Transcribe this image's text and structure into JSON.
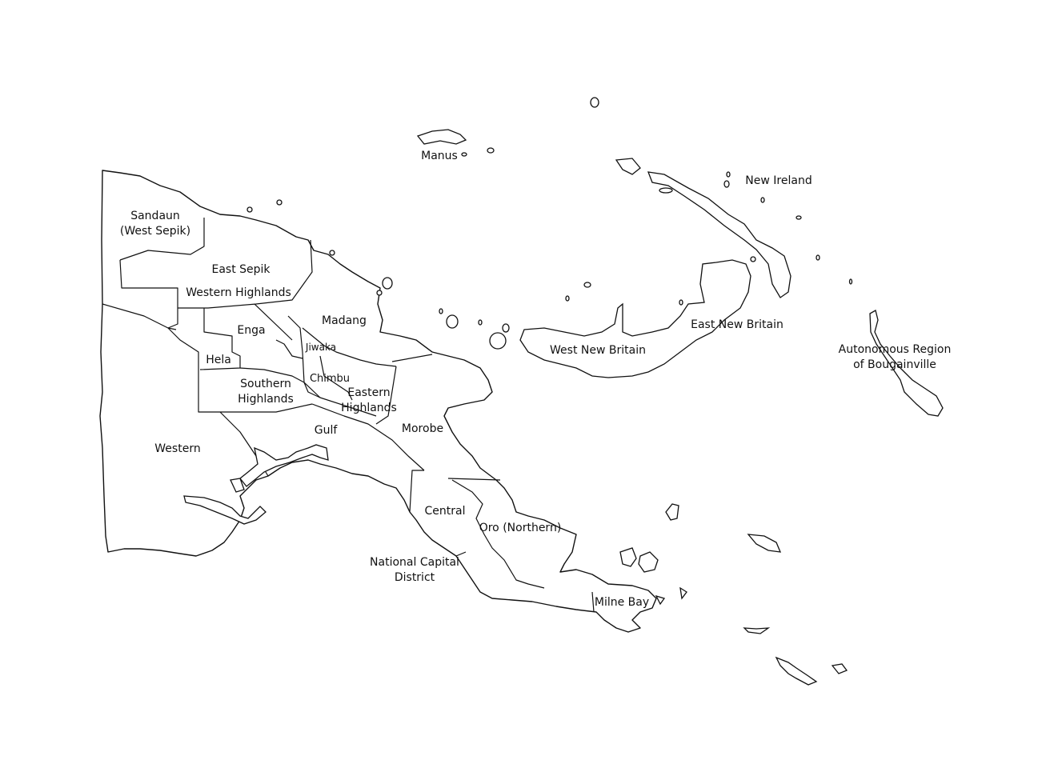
{
  "map": {
    "regions": [
      {
        "id": "sandaun",
        "lines": [
          "Sandaun",
          "(West Sepik)"
        ]
      },
      {
        "id": "east-sepik",
        "lines": [
          "East Sepik"
        ]
      },
      {
        "id": "western-highlands",
        "lines": [
          "Western Highlands"
        ]
      },
      {
        "id": "madang",
        "lines": [
          "Madang"
        ]
      },
      {
        "id": "enga",
        "lines": [
          "Enga"
        ]
      },
      {
        "id": "jiwaka",
        "lines": [
          "Jiwaka"
        ]
      },
      {
        "id": "hela",
        "lines": [
          "Hela"
        ]
      },
      {
        "id": "chimbu",
        "lines": [
          "Chimbu"
        ]
      },
      {
        "id": "southern-highlands",
        "lines": [
          "Southern",
          "Highlands"
        ]
      },
      {
        "id": "eastern-highlands",
        "lines": [
          "Eastern",
          "Highlands"
        ]
      },
      {
        "id": "gulf",
        "lines": [
          "Gulf"
        ]
      },
      {
        "id": "morobe",
        "lines": [
          "Morobe"
        ]
      },
      {
        "id": "western",
        "lines": [
          "Western"
        ]
      },
      {
        "id": "central",
        "lines": [
          "Central"
        ]
      },
      {
        "id": "oro",
        "lines": [
          "Oro (Northern)"
        ]
      },
      {
        "id": "ncd",
        "lines": [
          "National Capital",
          "District"
        ]
      },
      {
        "id": "milne-bay",
        "lines": [
          "Milne Bay"
        ]
      },
      {
        "id": "manus",
        "lines": [
          "Manus"
        ]
      },
      {
        "id": "new-ireland",
        "lines": [
          "New Ireland"
        ]
      },
      {
        "id": "east-new-britain",
        "lines": [
          "East New Britain"
        ]
      },
      {
        "id": "west-new-britain",
        "lines": [
          "West New Britain"
        ]
      },
      {
        "id": "bougainville",
        "lines": [
          "Autonomous Region",
          "of Bougainville"
        ]
      }
    ],
    "colors": {
      "fill": "#ffffff",
      "stroke": "#111111",
      "background": "#ffffff"
    }
  }
}
